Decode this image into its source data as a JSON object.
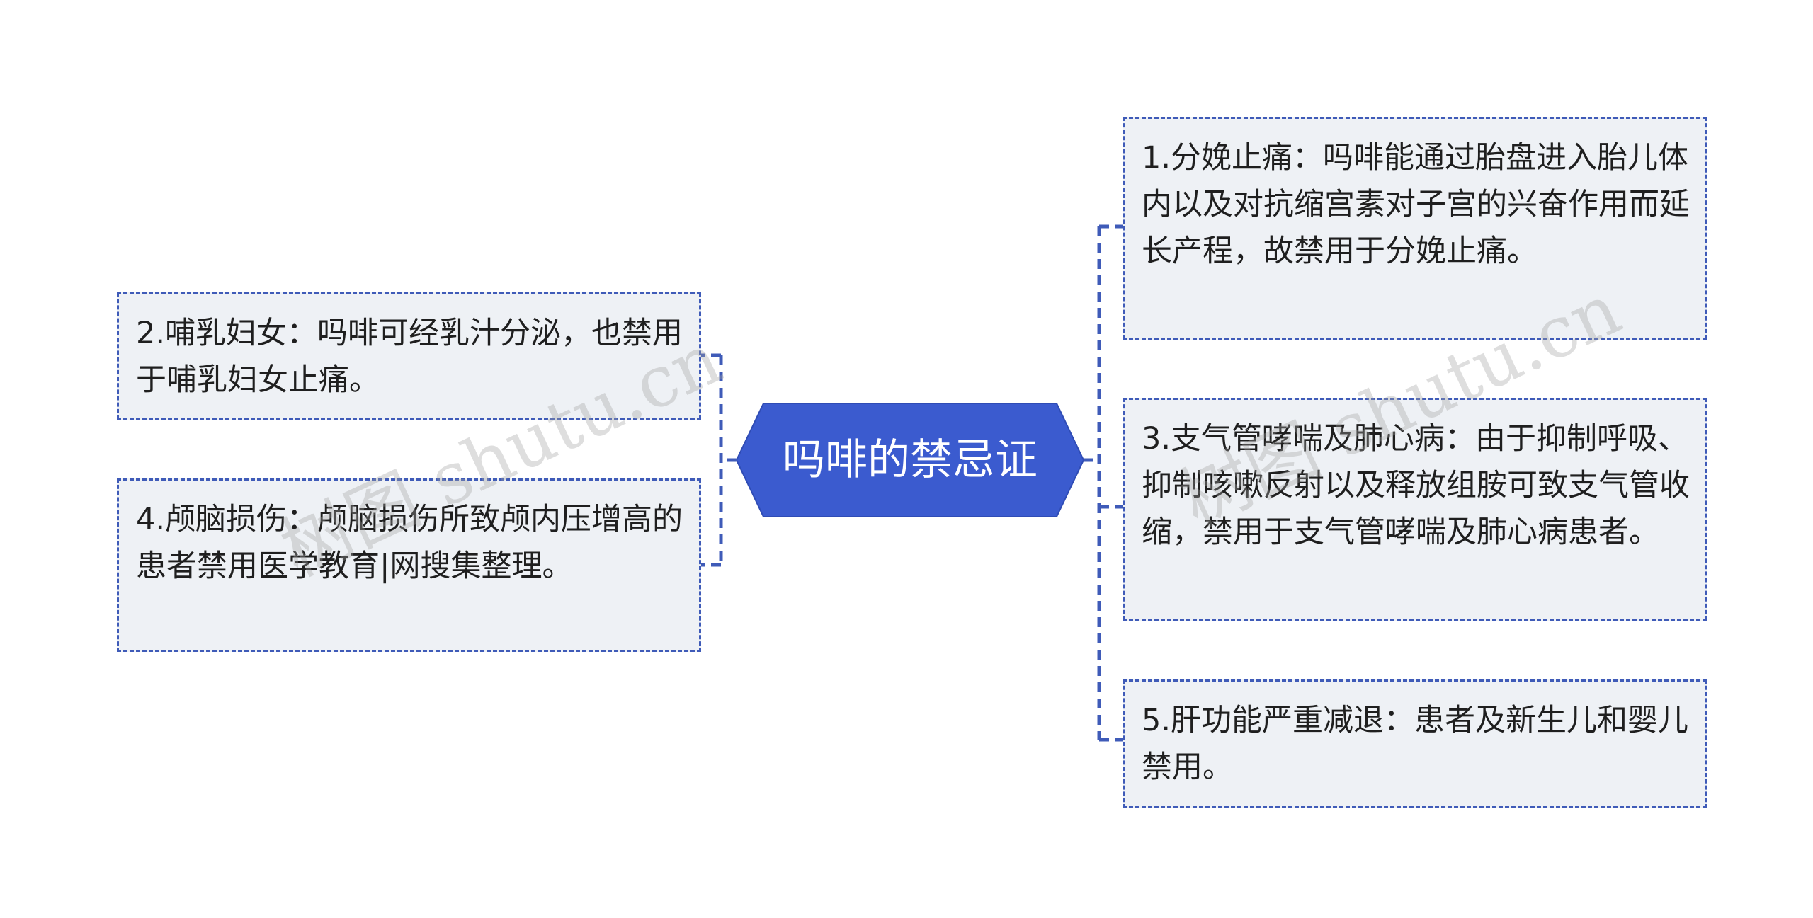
{
  "center": {
    "label": "吗啡的禁忌证",
    "fill": "#3b5bcf"
  },
  "branches": [
    {
      "id": "b1",
      "text": "1.分娩止痛：吗啡能通过胎盘进入胎儿体内以及对抗缩宫素对子宫的兴奋作用而延长产程，故禁用于分娩止痛。"
    },
    {
      "id": "b2",
      "text": "2.哺乳妇女：吗啡可经乳汁分泌，也禁用于哺乳妇女止痛。"
    },
    {
      "id": "b3",
      "text": "3.支气管哮喘及肺心病：由于抑制呼吸、抑制咳嗽反射以及释放组胺可致支气管收缩，禁用于支气管哮喘及肺心病患者。"
    },
    {
      "id": "b4",
      "text": "4.颅脑损伤：颅脑损伤所致颅内压增高的患者禁用医学教育|网搜集整理。"
    },
    {
      "id": "b5",
      "text": "5.肝功能严重减退：患者及新生儿和婴儿禁用。"
    }
  ],
  "watermarks": {
    "left": "树图 shutu.cn",
    "right": "树图 shutu.cn"
  },
  "colors": {
    "connector": "#3f5bb8",
    "node_border": "#3f5bb8",
    "node_fill": "#eef1f5",
    "center_fill": "#3b5bcf"
  }
}
